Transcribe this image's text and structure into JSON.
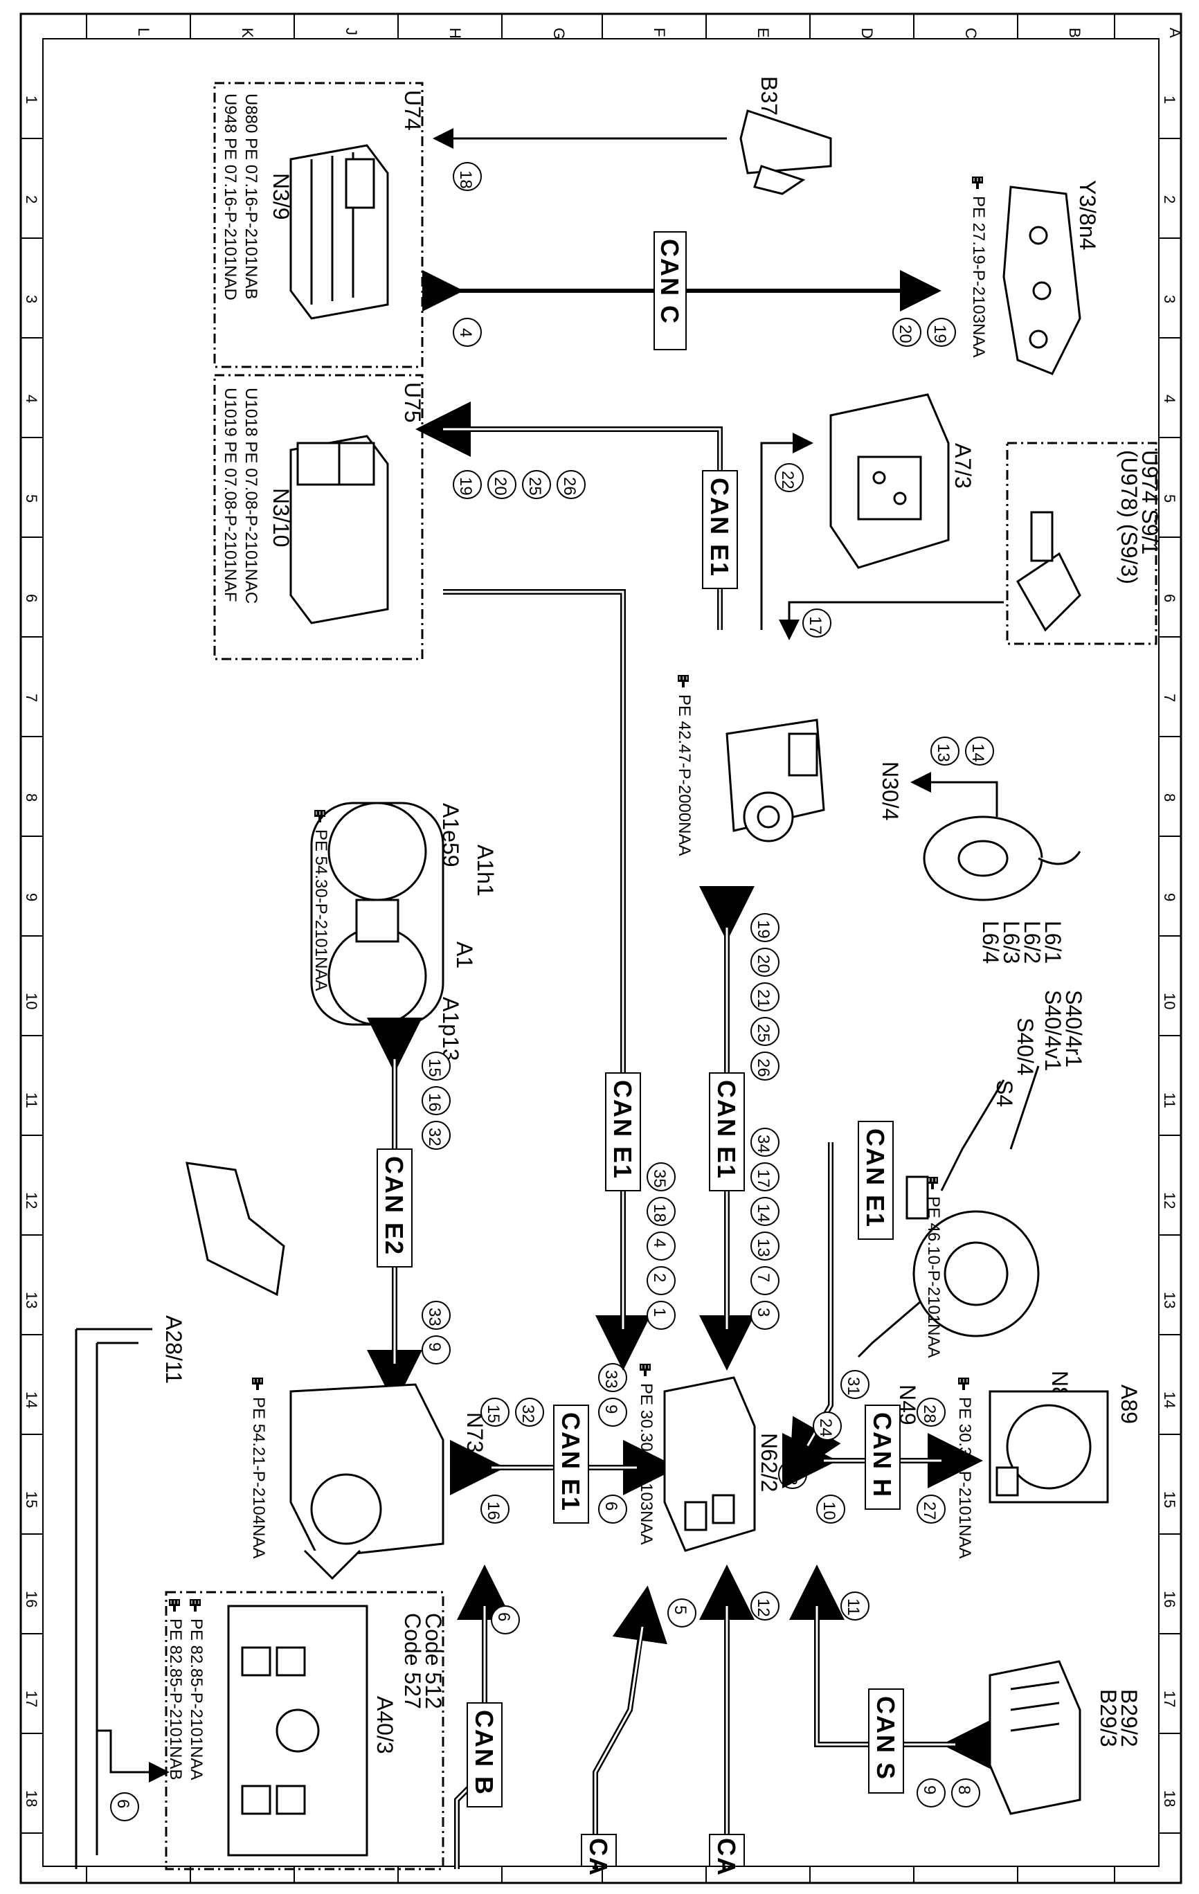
{
  "grid": {
    "rows": [
      "A",
      "B",
      "C",
      "D",
      "E",
      "F",
      "G",
      "H",
      "J",
      "K",
      "L"
    ],
    "cols": [
      "1",
      "2",
      "3",
      "4",
      "5",
      "6",
      "7",
      "8",
      "9",
      "10",
      "11",
      "12",
      "13",
      "14",
      "15",
      "16",
      "17",
      "18"
    ]
  },
  "components": {
    "b37": "B37",
    "y3_8n4": "Y3/8n4",
    "y3_8n4_ref": "PE 27.19-P-2103NAA",
    "u74": "U74",
    "n3_9": "N3/9",
    "n3_9_ref1": "U880 PE 07.16-P-2101NAB",
    "n3_9_ref2": "U948 PE 07.16-P-2101NAD",
    "u75": "U75",
    "n3_10": "N3/10",
    "n3_10_ref1": "U1018 PE 07.08-P-2101NAC",
    "n3_10_ref2": "U1019 PE 07.08-P-2101NAF",
    "a7_3": "A7/3",
    "s9_1": "U974  S9/1",
    "s9_1_b": "(U978)  (S9/3)",
    "n30_4": "N30/4",
    "n30_4_ref": "PE 42.47-P-2000NAA",
    "l6": [
      "L6/1",
      "L6/2",
      "L6/3",
      "L6/4"
    ],
    "s40_4r1": "S40/4r1",
    "s40_4v1": "S40/4v1",
    "s40_4": "S40/4",
    "s4": "S4",
    "n80": "N80",
    "n49": "N49",
    "n80_ref": "PE 46.10-P-2101NAA",
    "a1e59": "A1e59",
    "a1h1": "A1h1",
    "a1": "A1",
    "a1p13": "A1p13",
    "a1_ref": "PE 54.30-P-2101NAA",
    "a28_11": "A28/11",
    "n73": "N73",
    "n73_ref": "PE 54.21-P-2104NAA",
    "n62_2": "N62/2",
    "n62_2_ref": "PE 30.30-P-2103NAA",
    "a89": "A89",
    "a89_ref": "PE 30.30-P-2101NAA",
    "a40_3": "A40/3",
    "a40_3_code1": "Code 512",
    "a40_3_code2": "Code 527",
    "a40_3_ref1": "PE 82.85-P-2101NAA",
    "a40_3_ref2": "PE 82.85-P-2101NAB",
    "b29": "B29/2",
    "b29_b": "B29/3"
  },
  "buses": {
    "can_c": "CAN C",
    "can_e1_top": "CAN E1",
    "can_e1_mid": "CAN E1",
    "can_e1_left": "CAN E1",
    "can_e1_right": "CAN E1",
    "can_e1_n73": "CAN E1",
    "can_e2": "CAN E2",
    "can_h": "CAN H",
    "can_s": "CAN S",
    "can_b": "CAN B",
    "can_cut1": "CA",
    "can_cut2": "CA"
  },
  "signals": {
    "s18a": "18",
    "s4a": "4",
    "s19a": "19",
    "s20a": "20",
    "s19b": "19",
    "s20b": "20",
    "s25b": "25",
    "s26b": "26",
    "s22": "22",
    "s17a": "17",
    "s14": "14",
    "s13": "13",
    "mid_top": [
      "19",
      "20",
      "21",
      "25",
      "26"
    ],
    "mid_bot": [
      "34",
      "17",
      "14",
      "13",
      "7",
      "3"
    ],
    "left_bot": [
      "35",
      "18",
      "4",
      "2",
      "1"
    ],
    "s31": "31",
    "s24": "24",
    "s23": "23",
    "s15a": "15",
    "s16a": "16",
    "s32a": "32",
    "s33a": "33",
    "s9a": "9",
    "s28": "28",
    "s27": "27",
    "s10": "10",
    "s33b": "33",
    "s9b": "9",
    "s6a": "6",
    "s15b": "15",
    "s32b": "32",
    "s16b": "16",
    "s6b": "6",
    "s5": "5",
    "s12": "12",
    "s11": "11",
    "s8": "8",
    "s9c": "9",
    "s6c": "6"
  },
  "icons": [
    "hand-pointer-icon"
  ]
}
